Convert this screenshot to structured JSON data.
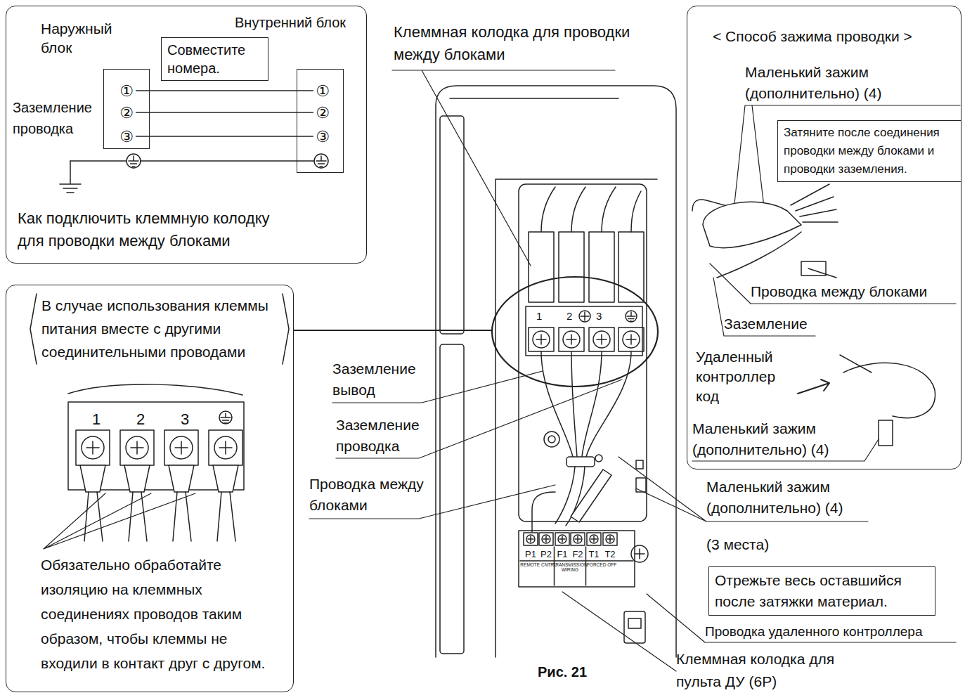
{
  "diagram": {
    "caption": "Рис. 21",
    "nodes": [
      {
        "text": [
          "Как подключить клеммную колодку для проводки между блоками"
        ]
      },
      {
        "text": [
          "Совместите номера."
        ],
        "in": 0
      },
      {
        "text": [
          "Наружный блок"
        ],
        "in": 0
      },
      {
        "text": [
          "①"
        ],
        "in": 2
      },
      {
        "text": [
          "②"
        ],
        "in": 2
      },
      {
        "text": [
          "③"
        ],
        "in": 2
      },
      {
        "text": [
          "Внутренний блок"
        ],
        "in": 0
      },
      {
        "text": [
          "①"
        ],
        "in": 6
      },
      {
        "text": [
          "②"
        ],
        "in": 6
      },
      {
        "text": [
          "③"
        ],
        "in": 6
      },
      {
        "text": [
          "В случае использования клеммы питания вместе с другими соединительными проводами"
        ]
      },
      {
        "text": [
          "< Способ зажима проводки >"
        ]
      },
      {
        "text": [
          "Затяните после соединения проводки между блоками и проводки заземления."
        ],
        "in": 11
      },
      {
        "text": [
          "Отрежьте весь оставшийся после затяжки материал."
        ]
      }
    ],
    "edges": [
      {
        "from": 3,
        "to": 7,
        "arrow": "none"
      },
      {
        "from": 4,
        "to": 8,
        "arrow": "none"
      },
      {
        "from": 5,
        "to": 9,
        "arrow": "none"
      }
    ],
    "labels": [
      "Заземление проводка",
      "1",
      "2",
      "3",
      "Обязательно обработайте изоляцию на клеммных соединениях проводов таким образом, чтобы клеммы не входили в контакт друг с другом.",
      "Клеммная колодка для проводки между блоками",
      "1",
      "2",
      "3",
      "Заземление вывод",
      "Заземление проводка",
      "Проводка между блоками",
      "P1",
      "P2",
      "F1",
      "F2",
      "T1",
      "T2",
      "REMOTE CNTRL",
      "TRANSMISSION WIRING",
      "FORCED OFF",
      "Маленький зажим (дополнительно) (4)",
      "(3 места)",
      "Проводка удаленного контроллера",
      "Клеммная колодка для пульта ДУ (6P)",
      "Маленький зажим (дополнительно) (4)",
      "Проводка между блоками",
      "Заземление",
      "Удаленный контроллер код",
      "Маленький зажим (дополнительно) (4)"
    ]
  }
}
